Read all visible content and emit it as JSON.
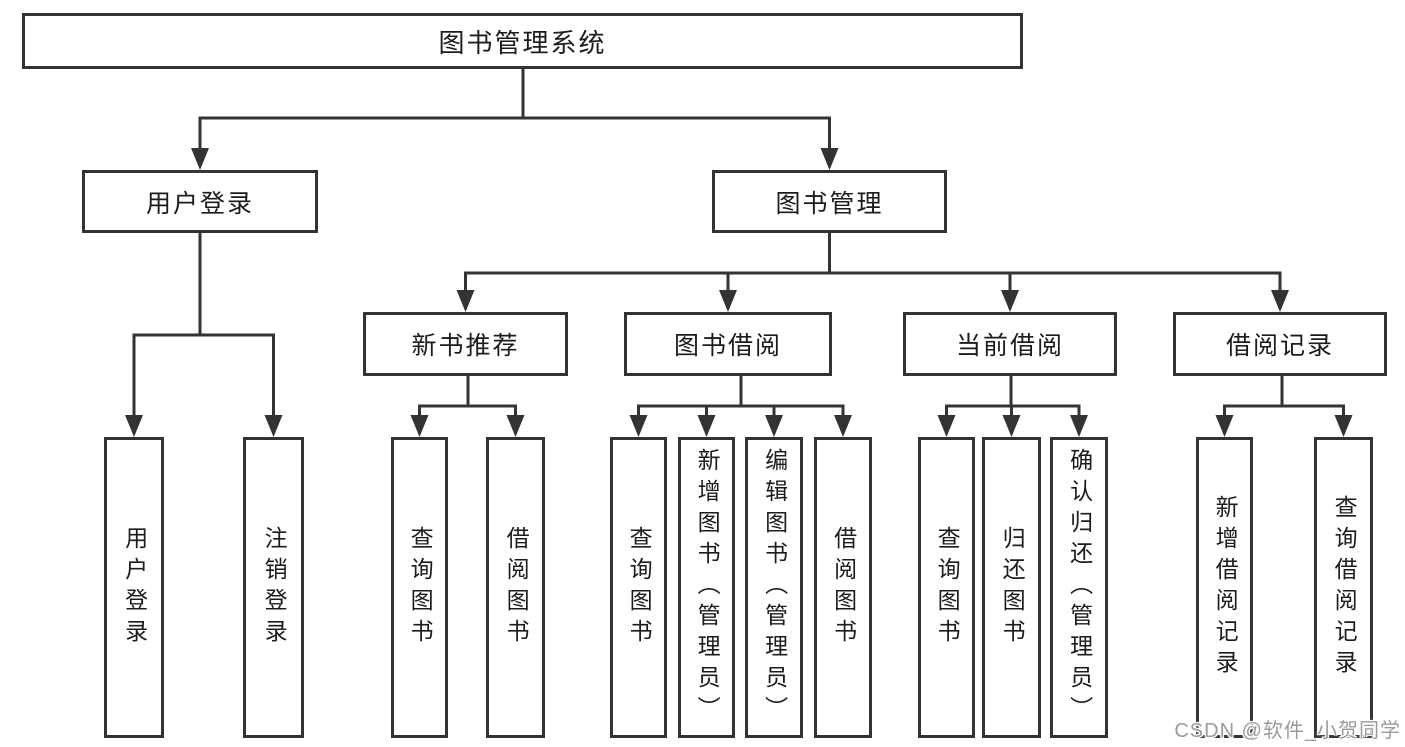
{
  "nodes": {
    "root": "图书管理系统",
    "userLogin": "用户登录",
    "bookMgmt": "图书管理",
    "newBookRec": "新书推荐",
    "bookBorrow": "图书借阅",
    "currentBorrow": "当前借阅",
    "borrowRecord": "借阅记录",
    "leafUserLogin": "用户登录",
    "leafLogout": "注销登录",
    "leafQueryBook1": "查询图书",
    "leafBorrowBook1": "借阅图书",
    "leafQueryBook2": "查询图书",
    "leafAddBook": "新增图书（管理员）",
    "leafEditBook": "编辑图书（管理员）",
    "leafBorrowBook2": "借阅图书",
    "leafQueryBook3": "查询图书",
    "leafReturnBook": "归还图书",
    "leafConfirmReturn": "确认归还（管理员）",
    "leafAddRecord": "新增借阅记录",
    "leafQueryRecord": "查询借阅记录"
  },
  "hierarchy": {
    "图书管理系统": {
      "用户登录": [
        "用户登录",
        "注销登录"
      ],
      "图书管理": {
        "新书推荐": [
          "查询图书",
          "借阅图书"
        ],
        "图书借阅": [
          "查询图书",
          "新增图书（管理员）",
          "编辑图书（管理员）",
          "借阅图书"
        ],
        "当前借阅": [
          "查询图书",
          "归还图书",
          "确认归还（管理员）"
        ],
        "借阅记录": [
          "新增借阅记录",
          "查询借阅记录"
        ]
      }
    }
  },
  "colors": {
    "line": "#333333",
    "text": "#1c1c1c",
    "watermark_gray": "#9b9b9b",
    "background": "#ffffff"
  },
  "watermark": "CSDN @软件_小贺同学"
}
